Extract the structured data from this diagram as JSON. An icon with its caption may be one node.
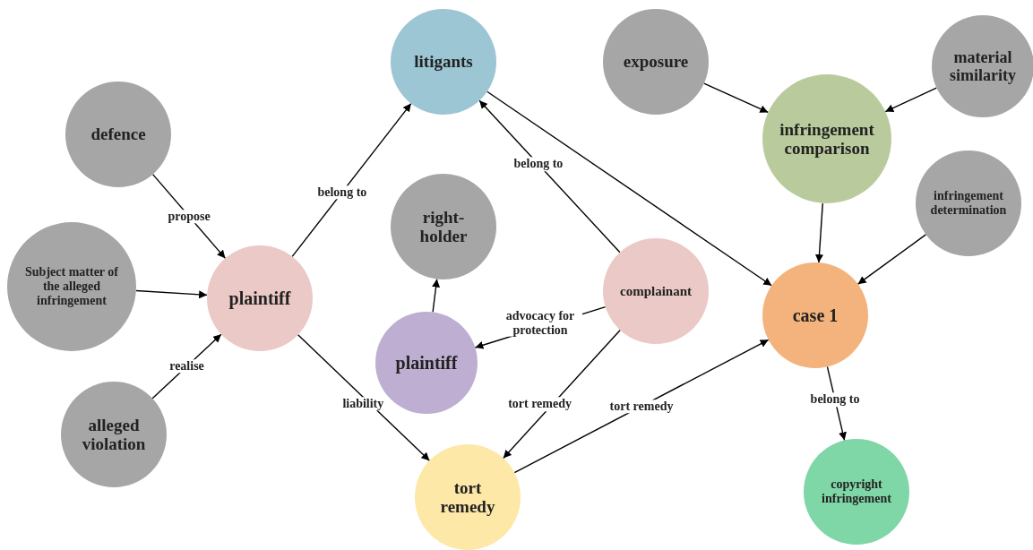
{
  "diagram": {
    "nodes": [
      {
        "text": [
          "litigants"
        ]
      },
      {
        "text": [
          "exposure"
        ]
      },
      {
        "text": [
          "material similarity"
        ]
      },
      {
        "text": [
          "defence"
        ]
      },
      {
        "text": [
          "infringement comparison"
        ]
      },
      {
        "text": [
          "right-holder"
        ]
      },
      {
        "text": [
          "infringement determination"
        ]
      },
      {
        "text": [
          "Subject matter of the alleged infringement"
        ]
      },
      {
        "text": [
          "plaintiff"
        ]
      },
      {
        "text": [
          "complainant"
        ]
      },
      {
        "text": [
          "case 1"
        ]
      },
      {
        "text": [
          "plaintiff"
        ]
      },
      {
        "text": [
          "alleged violation"
        ]
      },
      {
        "text": [
          "tort remedy"
        ]
      },
      {
        "text": [
          "copyright infringement"
        ]
      }
    ],
    "edges": [
      {
        "from": 3,
        "to": 8,
        "arrow": "to",
        "label": "propose"
      },
      {
        "from": 7,
        "to": 8,
        "arrow": "to"
      },
      {
        "from": 12,
        "to": 8,
        "arrow": "to",
        "label": "realise"
      },
      {
        "from": 8,
        "to": 0,
        "arrow": "to",
        "label": "belong to"
      },
      {
        "from": 8,
        "to": 13,
        "arrow": "to",
        "label": "liability"
      },
      {
        "from": 9,
        "to": 0,
        "arrow": "to",
        "label": "belong to"
      },
      {
        "from": 0,
        "to": 10,
        "arrow": "to"
      },
      {
        "from": 11,
        "to": 5,
        "arrow": "to"
      },
      {
        "from": 9,
        "to": 11,
        "arrow": "to",
        "label": "advocacy for protection"
      },
      {
        "from": 9,
        "to": 13,
        "arrow": "to",
        "label": "tort remedy"
      },
      {
        "from": 13,
        "to": 10,
        "arrow": "to",
        "label": "tort remedy"
      },
      {
        "from": 1,
        "to": 4,
        "arrow": "to"
      },
      {
        "from": 2,
        "to": 4,
        "arrow": "to"
      },
      {
        "from": 4,
        "to": 10,
        "arrow": "to"
      },
      {
        "from": 6,
        "to": 10,
        "arrow": "to"
      },
      {
        "from": 10,
        "to": 14,
        "arrow": "to",
        "label": "belong to"
      }
    ]
  }
}
